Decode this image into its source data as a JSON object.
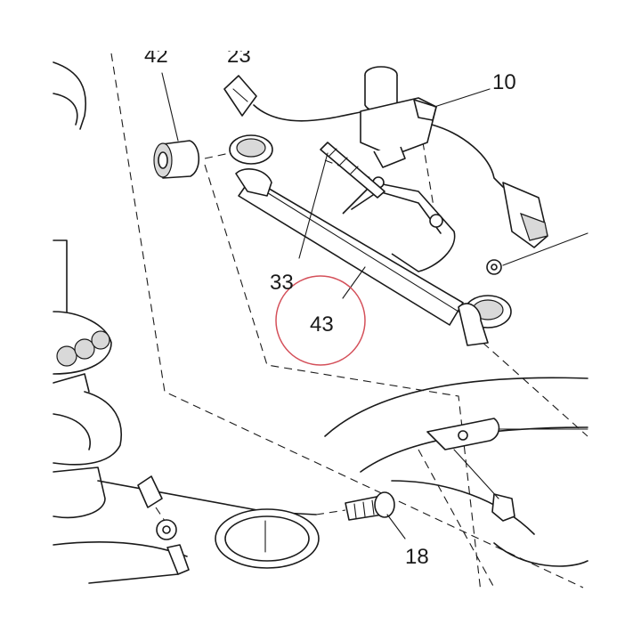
{
  "callouts": [
    {
      "id": "c42",
      "text": "42"
    },
    {
      "id": "c23",
      "text": "23"
    },
    {
      "id": "c10",
      "text": "10"
    },
    {
      "id": "c33",
      "text": "33"
    },
    {
      "id": "c43",
      "text": "43"
    },
    {
      "id": "c18",
      "text": "18"
    }
  ],
  "highlight": {
    "target": "43",
    "color": "#d4505a"
  },
  "colors": {
    "ink": "#1a1a1a",
    "paper": "#ffffff"
  }
}
